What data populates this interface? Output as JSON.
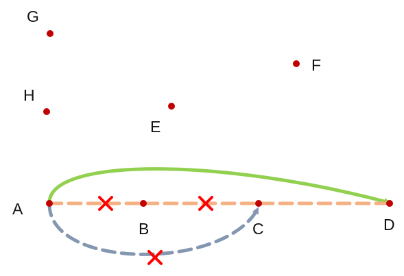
{
  "diagram": {
    "points": [
      {
        "id": "A",
        "label": "A"
      },
      {
        "id": "B",
        "label": "B"
      },
      {
        "id": "C",
        "label": "C"
      },
      {
        "id": "D",
        "label": "D"
      },
      {
        "id": "E",
        "label": "E"
      },
      {
        "id": "F",
        "label": "F"
      },
      {
        "id": "G",
        "label": "G"
      },
      {
        "id": "H",
        "label": "H"
      }
    ],
    "connections": [
      {
        "id": "green-arc",
        "from": "A",
        "to": "D",
        "style": "solid",
        "color": "#92d050",
        "arrow": true
      },
      {
        "id": "orange-line",
        "from": "A",
        "to": "D",
        "style": "dashed",
        "color": "#f4b183",
        "arrow": false
      },
      {
        "id": "blue-arc",
        "from": "A",
        "to": "C",
        "style": "dashed",
        "color": "#8497b0",
        "arrow": true
      }
    ],
    "blocked_marks": [
      {
        "id": "x1",
        "symbol": "cross",
        "color": "#ff0000"
      },
      {
        "id": "x2",
        "symbol": "cross",
        "color": "#ff0000"
      },
      {
        "id": "x3",
        "symbol": "cross",
        "color": "#ff0000"
      }
    ],
    "colors": {
      "point": "#c00000",
      "text": "#111111",
      "cross": "#ff0000"
    }
  }
}
